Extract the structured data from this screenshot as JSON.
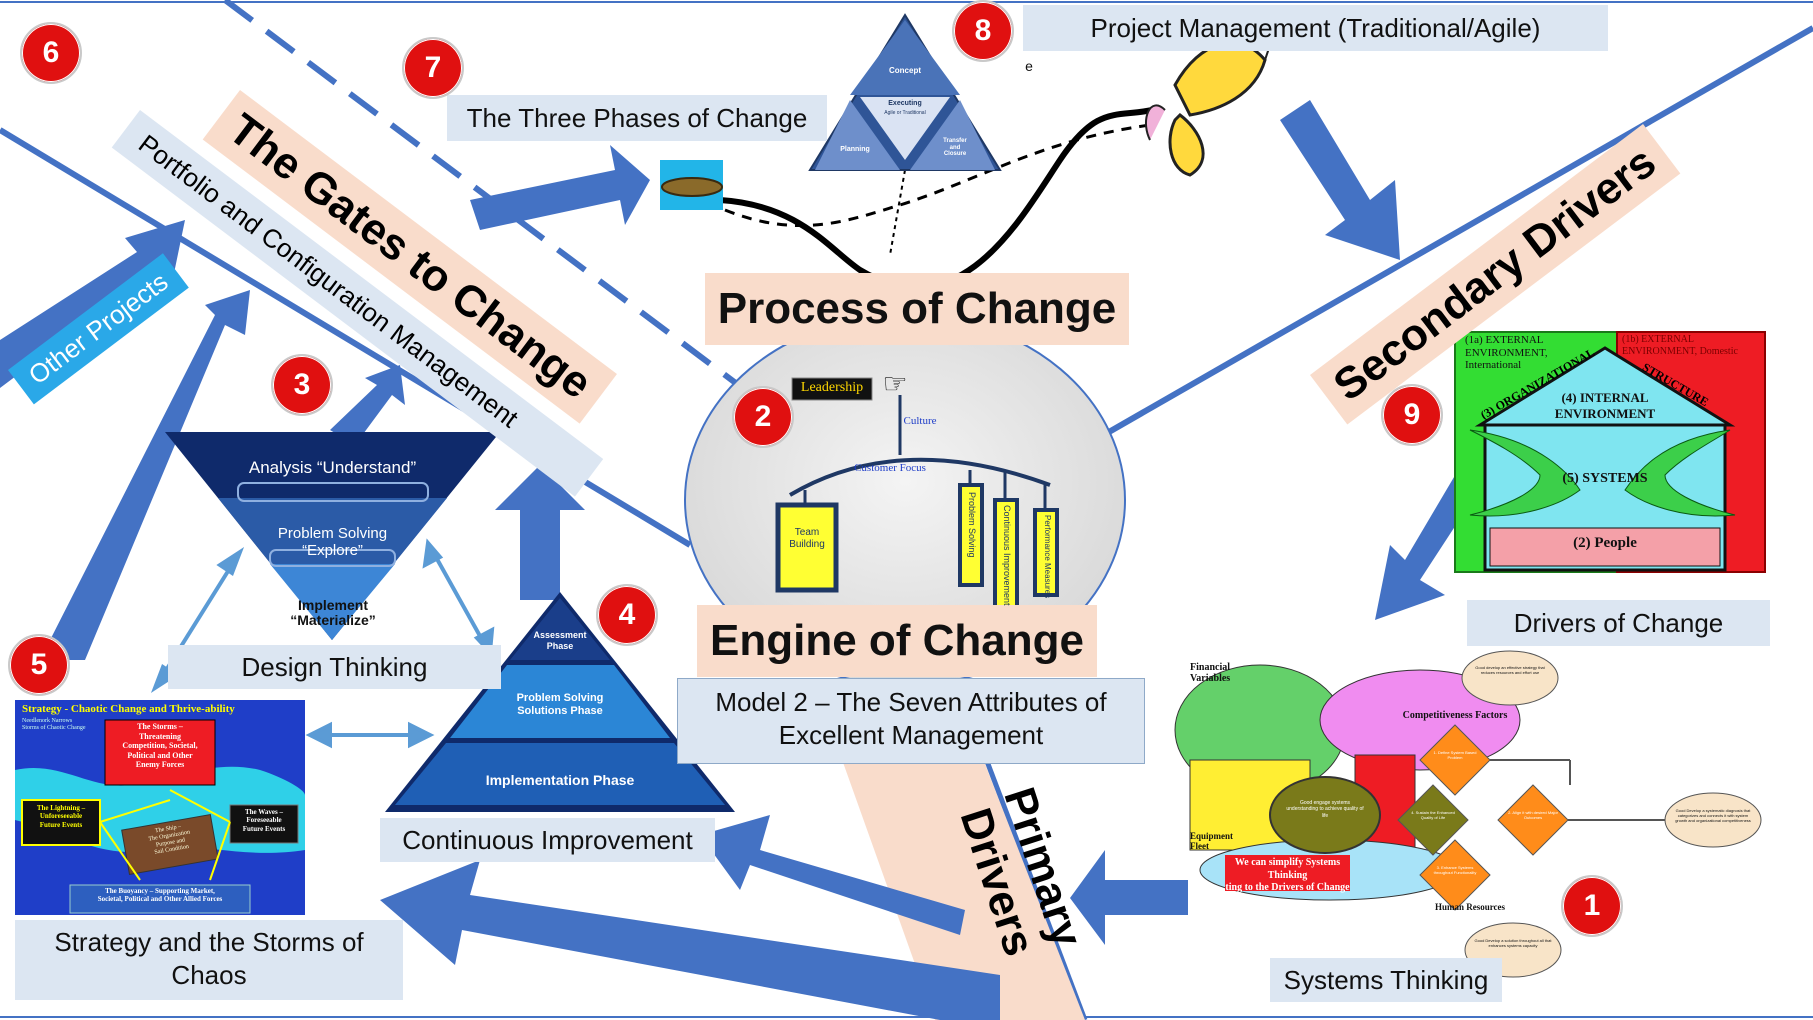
{
  "labels": {
    "project_management": "Project Management (Traditional/Agile)",
    "three_phases": "The Three Phases of Change",
    "gates": "The Gates to Change",
    "portfolio": "Portfolio and Configuration Management",
    "other_projects": "Other Projects",
    "process": "Process of Change",
    "secondary": "Secondary Drivers",
    "engine": "Engine of Change",
    "model_line1": "Model 2 – The Seven Attributes of",
    "model_line2": "Excellent Management",
    "primary_line1": "Primary",
    "primary_line2": "Drivers",
    "drivers_of_change": "Drivers of Change",
    "systems_thinking": "Systems Thinking",
    "design_thinking": "Design Thinking",
    "continuous_improvement": "Continuous Improvement",
    "strategy_line1": "Strategy and the Storms of",
    "strategy_line2": "Chaos",
    "stray_e": "e"
  },
  "badges": [
    "1",
    "2",
    "3",
    "4",
    "5",
    "6",
    "7",
    "8",
    "9"
  ],
  "design_triangle": {
    "analysis": "Analysis “Understand”",
    "problem_line1": "Problem Solving",
    "problem_line2": "“Explore”",
    "implement_line1": "Implement",
    "implement_line2": "“Materialize”"
  },
  "ci_pyramid": {
    "assessment_line1": "Assessment",
    "assessment_line2": "Phase",
    "problem_line1": "Problem Solving",
    "problem_line2": "Solutions Phase",
    "implementation": "Implementation Phase"
  },
  "phases_triangle": {
    "concept": "Concept",
    "executing": "Executing",
    "executing_sub": "Agile or Traditional",
    "planning": "Planning",
    "transfer_line1": "Transfer",
    "transfer_line2": "and",
    "transfer_line3": "Closure"
  },
  "engine_mobile": {
    "leadership": "Leadership",
    "culture": "Culture",
    "customer_focus": "Customer Focus",
    "team_building": "Team Building",
    "problem_solving": "Problem Solving",
    "continuous_improvement": "Continuous Improvement",
    "performance_measures": "Performance Measures"
  },
  "drivers_box": {
    "external_intl_line1": "(1a) EXTERNAL",
    "external_intl_line2": "ENVIRONMENT,",
    "external_intl_line3": "International",
    "external_dom_line1": "(1b) EXTERNAL",
    "external_dom_line2": "ENVIRONMENT, Domestic",
    "org_structure_left": "(3) ORGANIZATIONAL",
    "org_structure_right": "STRUCTURE",
    "internal_line1": "(4) INTERNAL",
    "internal_line2": "ENVIRONMENT",
    "systems": "(5) SYSTEMS",
    "people": "(2) People"
  },
  "strategy_box": {
    "title": "Strategy - Chaotic Change and Thrive-ability",
    "subtitle_line1": "Needlenork Narrows",
    "subtitle_line2": "Storms of Chaotic Change",
    "storm_line1": "The Storms –",
    "storm_line2": "Threatening",
    "storm_line3": "Competition, Societal,",
    "storm_line4": "Political and Other",
    "storm_line5": "Enemy Forces",
    "lightning_line1": "The Lightning –",
    "lightning_line2": "Unforeseeable",
    "lightning_line3": "Future Events",
    "waves_line1": "The Waves –",
    "waves_line2": "Foreseeable",
    "waves_line3": "Future Events",
    "ship_line1": "The Ship –",
    "ship_line2": "The Organization",
    "ship_line3": "Purpose and",
    "ship_line4": "Sail Condition",
    "buoyancy_line1": "The Buoyancy – Supporting Market,",
    "buoyancy_line2": "Societal, Political and Other Allied Forces"
  },
  "systems_box": {
    "financial_line1": "Financial",
    "financial_line2": "Variables",
    "competitiveness": "Competitiveness Factors",
    "equipment_line1": "Equipment",
    "equipment_line2": "Fleet",
    "human_resources": "Human Resources",
    "banner_line1": "We can simplify Systems Thinking",
    "banner_line2": "ting to the Drivers of Change",
    "center_oval": "Good engage systems understanding to achieve quality of life",
    "diamond1": "1. Define System Based Problem",
    "diamond2": "2. Align it with desired Major Outcomes",
    "diamond3": "3. Enhance Systems throughout Functionality",
    "diamond_center": "4. Sustain the Enhanced Quality of Life",
    "note_top": "Good develop an effective strategy that reduces resources and effort use",
    "note_right": "Good Develop a systematic diagnosis that categorizes and connects it with system growth and organizational competitiveness",
    "note_bottom": "Good Develop a solution throughout all that enhances systems capacity"
  },
  "colors": {
    "arrow_blue": "#4472c4",
    "line_blue": "#4472c4",
    "peach": "#f9dccb",
    "light_blue_box": "#dce6f2",
    "badge_red": "#e01010",
    "navy": "#0f2a6b"
  }
}
